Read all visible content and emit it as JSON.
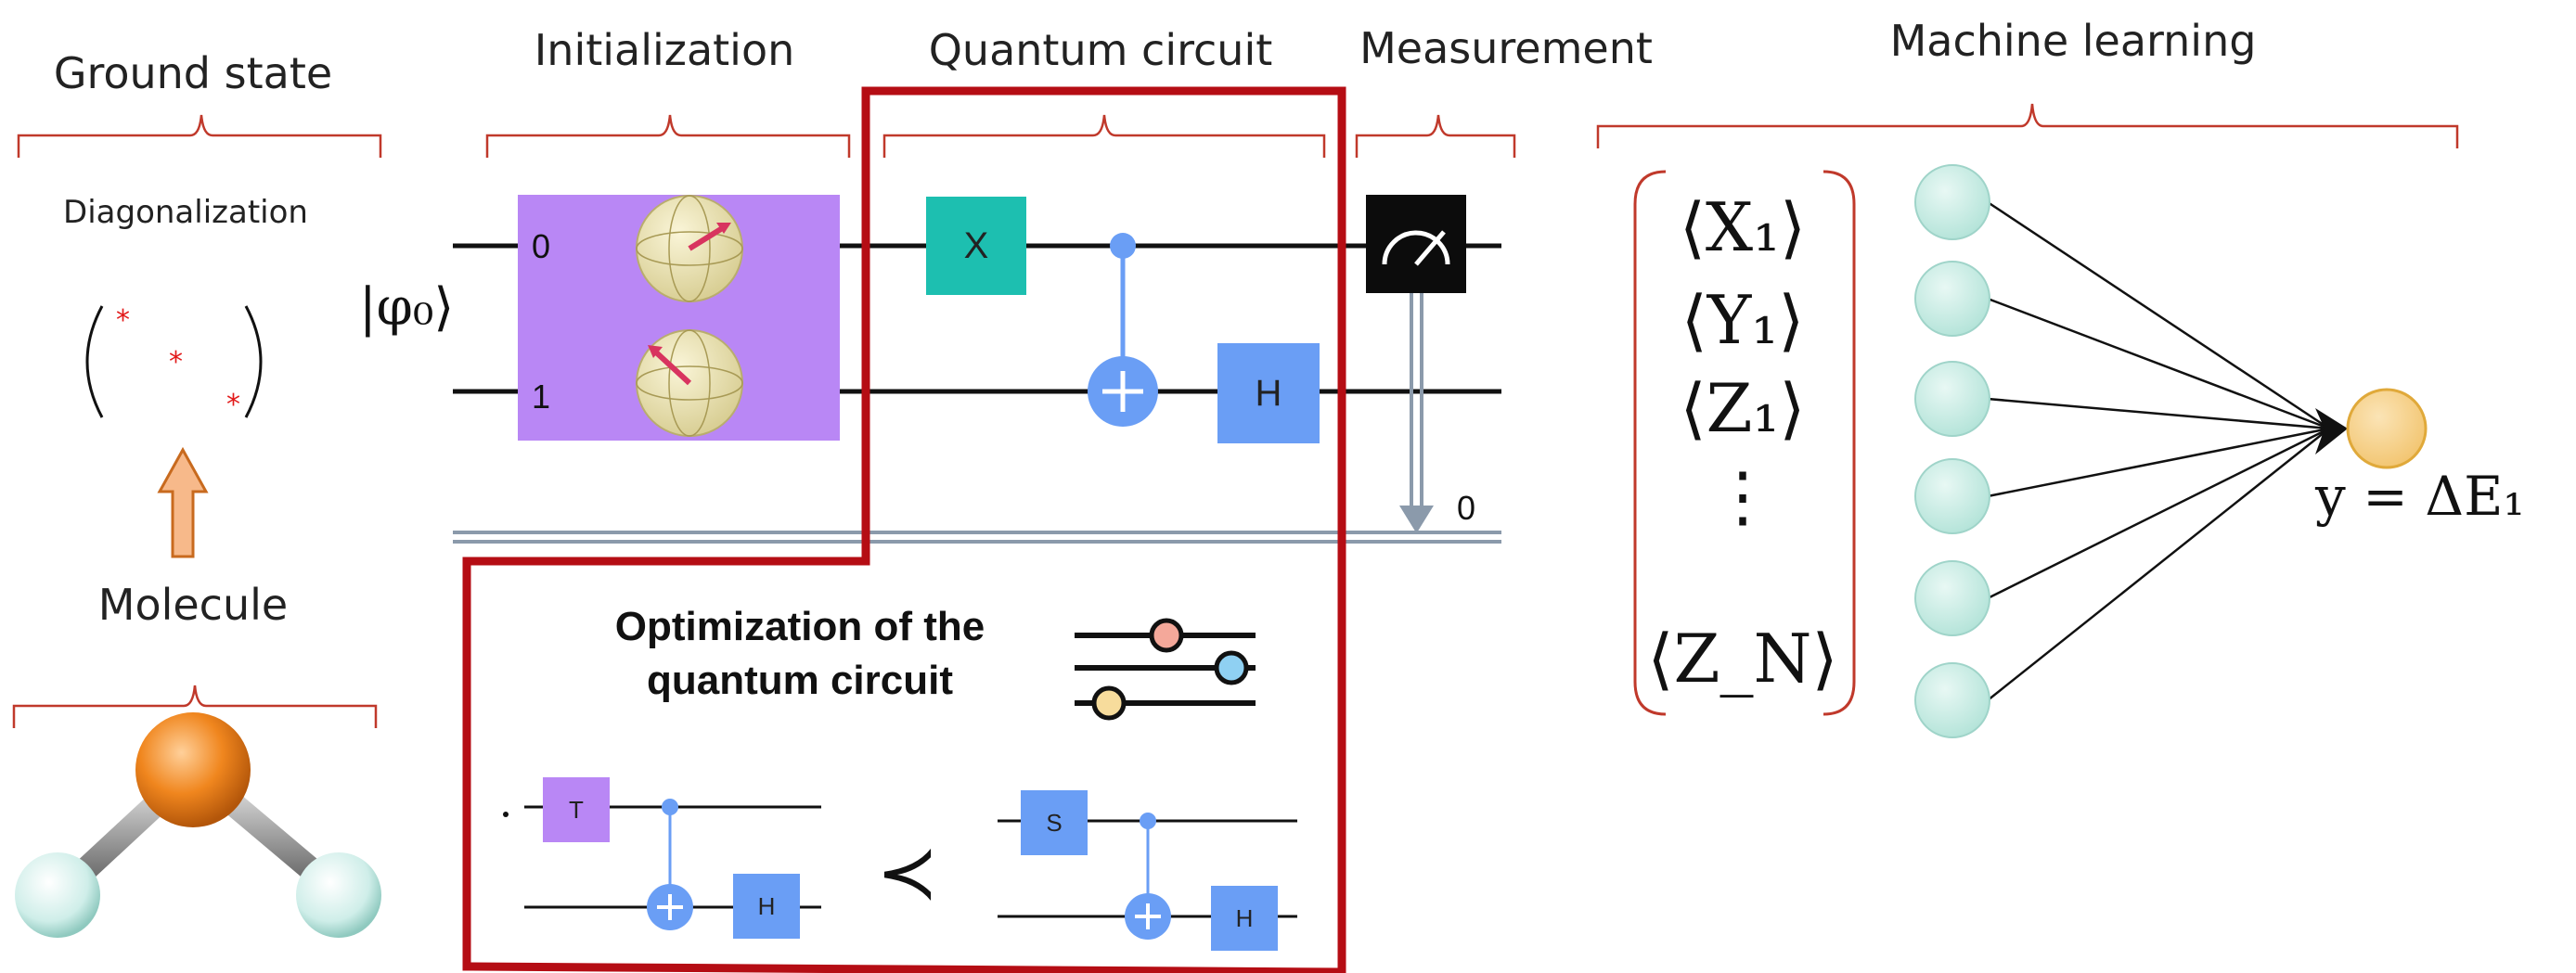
{
  "sections": {
    "ground_state": "Ground state",
    "initialization": "Initialization",
    "quantum_circuit": "Quantum circuit",
    "measurement": "Measurement",
    "machine_learning": "Machine learning",
    "molecule": "Molecule"
  },
  "ground": {
    "method": "Diagonalization",
    "star": "*"
  },
  "init": {
    "state": "|φ₀⟩",
    "qubit0": "0",
    "qubit1": "1"
  },
  "gates": {
    "x": "X",
    "h": "H",
    "t": "T",
    "s": "S"
  },
  "measure": {
    "bit": "0"
  },
  "optimization": {
    "line1": "Optimization of the",
    "line2": "quantum circuit",
    "relation": "≺"
  },
  "features": {
    "f1": "⟨X₁⟩",
    "f2": "⟨Y₁⟩",
    "f3": "⟨Z₁⟩",
    "dots": "⋮",
    "fn": "⟨Z_N⟩"
  },
  "output": {
    "label": "y =  ΔE₁"
  },
  "colors": {
    "red": "#b50d14",
    "bracket": "#c0392b",
    "purple": "#b987f5",
    "teal": "#1dbfb0",
    "blue": "#6a9ef5",
    "node": "#c5ece4",
    "output_node": "#f5d08a"
  }
}
